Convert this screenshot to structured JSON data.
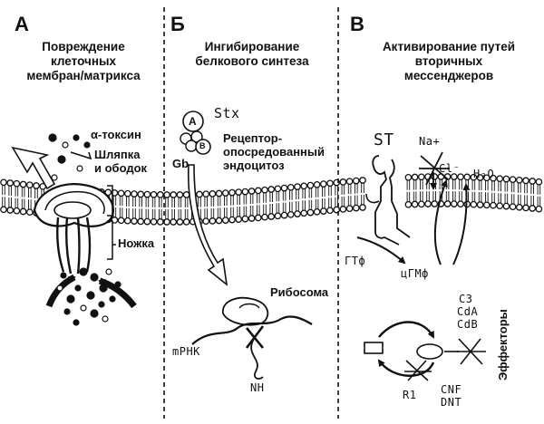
{
  "panels": {
    "a": {
      "letter": "А",
      "heading": [
        "Повреждение",
        "клеточных",
        "мембран/матрикса"
      ],
      "labels": {
        "alpha_toxin": "α-токсин",
        "cap_rim": [
          "Шляпка",
          "и ободок"
        ],
        "stem": "Ножка"
      }
    },
    "b": {
      "letter": "Б",
      "heading": [
        "Ингибирование",
        "белкового синтеза"
      ],
      "labels": {
        "subunit_a": "A",
        "subunit_b": "B",
        "stx": "Stx",
        "receptor": [
          "Рецептор-",
          "опосредованный",
          "эндоцитоз"
        ],
        "gb": "Gb",
        "ribosome": "Рибосома",
        "mrna": "mPHK",
        "nh": "NH"
      }
    },
    "c": {
      "letter": "В",
      "heading": [
        "Активирование путей",
        "вторичных",
        "мессенджеров"
      ],
      "labels": {
        "st": "ST",
        "na": "Na+",
        "cl": "Cl⁻",
        "h2o": "H₂O",
        "gtf": "ГТф",
        "cgmf": "цГМф",
        "c3": "C3",
        "cda": "CdA",
        "cdb": "CdB",
        "effectors": "Эффекторы",
        "r1": "R1",
        "cnf": "CNF",
        "dnt": "DNT"
      }
    }
  },
  "colors": {
    "ink": "#111111",
    "paper": "#ffffff"
  }
}
